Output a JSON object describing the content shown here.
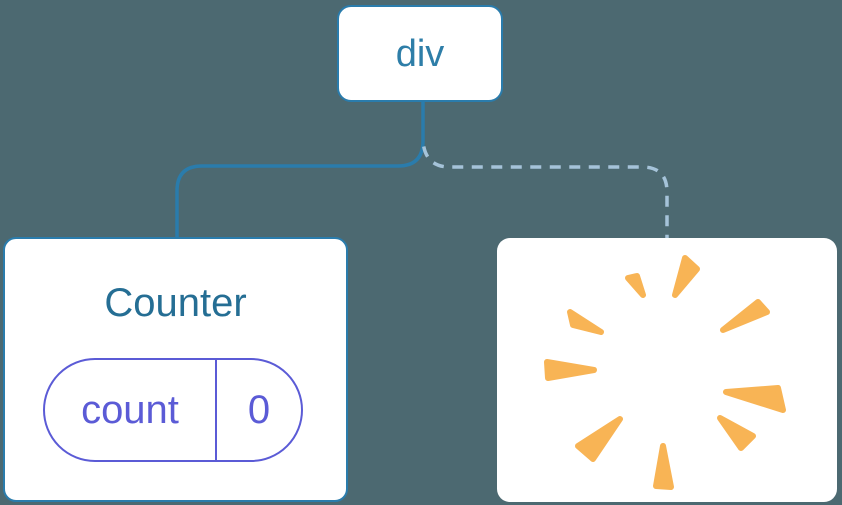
{
  "diagram": {
    "background_color": "#4C6971",
    "root_node": {
      "label": "div",
      "text_color": "#2E7EA8",
      "border_color": "#2A7CAC"
    },
    "edges": {
      "solid_edge_color": "#2A7CAC",
      "dashed_edge_color": "#A5C3D9"
    },
    "counter_card": {
      "title": "Counter",
      "title_color": "#256E94",
      "border_color": "#2A7CAC",
      "state_pill": {
        "key": "count",
        "value": "0",
        "accent_color": "#5B5BD6"
      }
    },
    "removed_card": {
      "icon": "poof-burst-icon",
      "burst_color": "#F8B455"
    }
  }
}
